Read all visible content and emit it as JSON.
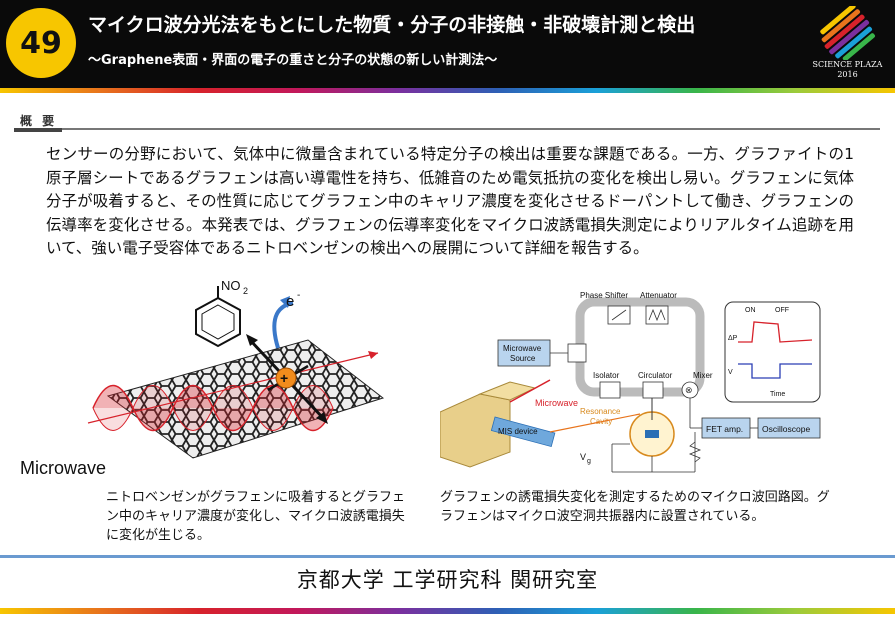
{
  "header": {
    "number": "49",
    "title": "マイクロ波分光法をもとにした物質・分子の非接触・非破壊計測と検出",
    "subtitle": "～Graphene表面・界面の電子の重さと分子の状態の新しい計測法～",
    "logo_line1": "SCIENCE PLAZA",
    "logo_line2": "2016"
  },
  "section": {
    "label": "概 要",
    "summary": "センサーの分野において、気体中に微量含まれている特定分子の検出は重要な課題である。一方、グラファイトの1原子層シートであるグラフェンは高い導電性を持ち、低雑音のため電気抵抗の変化を検出し易い。グラフェンに気体分子が吸着すると、その性質に応じてグラフェン中のキャリア濃度を変化させるドーパントして働き、グラフェンの伝導率を変化させる。本発表では、グラフェンの伝導率変化をマイクロ波誘電損失測定によりリアルタイム追跡を用いて、強い電子受容体であるニトロベンゼンの検出への展開について詳細を報告する。"
  },
  "figure_left": {
    "no2_label": "NO",
    "no2_sub": "2",
    "electron_label": "e",
    "electron_sup": "-",
    "microwave_label": "Microwave",
    "caption": "ニトロベンゼンがグラフェンに吸着するとグラフェン中のキャリア濃度が変化し、マイクロ波誘電損失に変化が生じる。"
  },
  "figure_right": {
    "phase_shifter": "Phase Shifter",
    "attenuator": "Attenuator",
    "microwave_source_1": "Microwave",
    "microwave_source_2": "Source",
    "isolator": "Isolator",
    "circulator": "Circulator",
    "mixer": "Mixer",
    "microwave": "Microwave",
    "resonance": "Resonance",
    "cavity": "Cavity",
    "mis_device": "MIS device",
    "vg": "V",
    "vg_sub": "g",
    "fet_amp": "FET amp.",
    "oscilloscope": "Oscilloscope",
    "on": "ON",
    "off": "OFF",
    "delta_p": "ΔP",
    "vg_axis": "V",
    "time": "Time",
    "caption": "グラフェンの誘電損失変化を測定するためのマイクロ波回路図。グラフェンはマイクロ波空洞共振器内に設置されている。"
  },
  "footer": {
    "text": "京都大学  工学研究科  関研究室"
  },
  "colors": {
    "badge": "#f7c600",
    "header_bg": "#0a0a0a",
    "footer_line": "#6a9ad0",
    "wave_red": "#d7222b",
    "box_blue": "#b9d4ee"
  }
}
